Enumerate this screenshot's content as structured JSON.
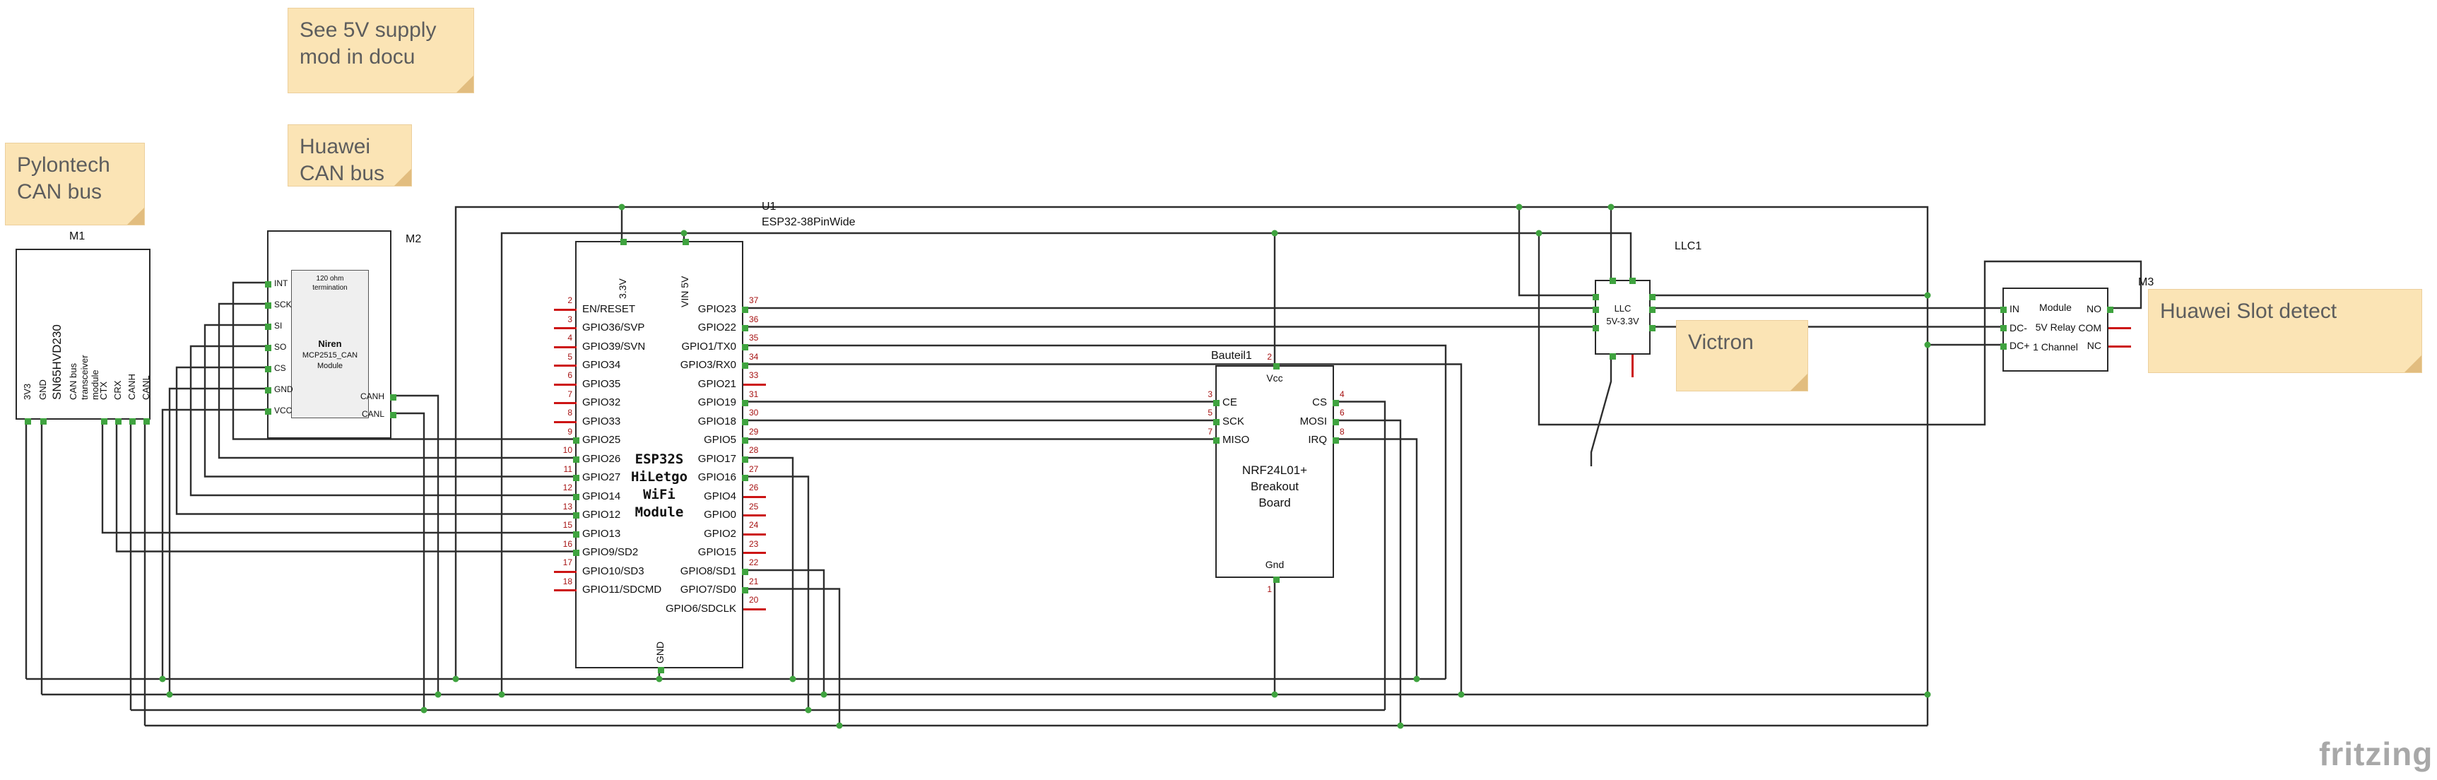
{
  "app": {
    "watermark": "fritzing"
  },
  "notes": [
    {
      "id": "see-5v-supply",
      "text": "See 5V supply mod in docu"
    },
    {
      "id": "huawei-can-bus",
      "text": "Huawei CAN bus"
    },
    {
      "id": "pylontech-can-bus",
      "text": "Pylontech CAN bus"
    },
    {
      "id": "victron",
      "text": "Victron"
    },
    {
      "id": "huawei-slot-detect",
      "text": "Huawei Slot detect"
    }
  ],
  "components": {
    "m1": {
      "ref": "M1",
      "body": [
        "SN65HVD230",
        "CAN bus",
        "transceiver",
        "module"
      ],
      "pins": [
        "3V3",
        "GND",
        "CTX",
        "CRX",
        "CANH",
        "CANL"
      ]
    },
    "m2": {
      "ref": "M2",
      "top_text": [
        "120 ohm",
        "termination"
      ],
      "board": [
        "Niren",
        "MCP2515_CAN",
        "Module"
      ],
      "left_pins": [
        "INT",
        "SCK",
        "SI",
        "SO",
        "CS",
        "GND",
        "VCC"
      ],
      "right_pins": [
        "CANH",
        "CANL"
      ]
    },
    "u1": {
      "ref": "U1",
      "type": "ESP32-38PinWide",
      "body": [
        "ESP32S",
        "HiLetgo",
        "WiFi",
        "Module"
      ],
      "top_pins": [
        {
          "label": "3.3V",
          "wired": true
        },
        {
          "label": "VIN 5V",
          "wired": true
        }
      ],
      "bottom_pins": [
        {
          "label": "GND",
          "wired": true
        }
      ],
      "left_pins": [
        {
          "num": "2",
          "label": "EN/RESET",
          "wired": false
        },
        {
          "num": "3",
          "label": "GPIO36/SVP",
          "wired": false
        },
        {
          "num": "4",
          "label": "GPIO39/SVN",
          "wired": false
        },
        {
          "num": "5",
          "label": "GPIO34",
          "wired": false
        },
        {
          "num": "6",
          "label": "GPIO35",
          "wired": false
        },
        {
          "num": "7",
          "label": "GPIO32",
          "wired": false
        },
        {
          "num": "8",
          "label": "GPIO33",
          "wired": false
        },
        {
          "num": "9",
          "label": "GPIO25",
          "wired": true
        },
        {
          "num": "10",
          "label": "GPIO26",
          "wired": true
        },
        {
          "num": "11",
          "label": "GPIO27",
          "wired": true
        },
        {
          "num": "12",
          "label": "GPIO14",
          "wired": true
        },
        {
          "num": "13",
          "label": "GPIO12",
          "wired": true
        },
        {
          "num": "15",
          "label": "GPIO13",
          "wired": true
        },
        {
          "num": "16",
          "label": "GPIO9/SD2",
          "wired": true
        },
        {
          "num": "17",
          "label": "GPIO10/SD3",
          "wired": false
        },
        {
          "num": "18",
          "label": "GPIO11/SDCMD",
          "wired": false
        }
      ],
      "right_pins": [
        {
          "num": "37",
          "label": "GPIO23",
          "wired": true
        },
        {
          "num": "36",
          "label": "GPIO22",
          "wired": true
        },
        {
          "num": "35",
          "label": "GPIO1/TX0",
          "wired": true
        },
        {
          "num": "34",
          "label": "GPIO3/RX0",
          "wired": true
        },
        {
          "num": "33",
          "label": "GPIO21",
          "wired": false
        },
        {
          "num": "31",
          "label": "GPIO19",
          "wired": true
        },
        {
          "num": "30",
          "label": "GPIO18",
          "wired": true
        },
        {
          "num": "29",
          "label": "GPIO5",
          "wired": true
        },
        {
          "num": "28",
          "label": "GPIO17",
          "wired": true
        },
        {
          "num": "27",
          "label": "GPIO16",
          "wired": true
        },
        {
          "num": "26",
          "label": "GPIO4",
          "wired": false
        },
        {
          "num": "25",
          "label": "GPIO0",
          "wired": false
        },
        {
          "num": "24",
          "label": "GPIO2",
          "wired": false
        },
        {
          "num": "23",
          "label": "GPIO15",
          "wired": false
        },
        {
          "num": "22",
          "label": "GPIO8/SD1",
          "wired": true
        },
        {
          "num": "21",
          "label": "GPIO7/SD0",
          "wired": true
        },
        {
          "num": "20",
          "label": "GPIO6/SDCLK",
          "wired": false
        }
      ]
    },
    "nrf": {
      "ref": "Bauteil1",
      "body": [
        "NRF24L01+",
        "Breakout",
        "Board"
      ],
      "top_pins": [
        {
          "num": "2",
          "label": "Vcc",
          "wired": true
        }
      ],
      "bottom_pins": [
        {
          "num": "1",
          "label": "Gnd",
          "wired": true
        }
      ],
      "left_pins": [
        {
          "num": "3",
          "label": "CE",
          "wired": true
        },
        {
          "num": "5",
          "label": "SCK",
          "wired": true
        },
        {
          "num": "7",
          "label": "MISO",
          "wired": true
        }
      ],
      "right_pins": [
        {
          "num": "4",
          "label": "CS",
          "wired": true
        },
        {
          "num": "6",
          "label": "MOSI",
          "wired": true
        },
        {
          "num": "8",
          "label": "IRQ",
          "wired": true
        }
      ]
    },
    "llc": {
      "ref": "LLC1",
      "body": [
        "LLC",
        "5V-3.3V"
      ],
      "left_pins": [
        {
          "wired": true
        },
        {
          "wired": true
        },
        {
          "wired": true
        }
      ],
      "right_pins": [
        {
          "wired": true
        },
        {
          "wired": true
        },
        {
          "wired": true
        }
      ],
      "top_pins": [
        {
          "wired": true
        },
        {
          "wired": true
        }
      ],
      "bottom_pins": [
        {
          "wired": true
        },
        {
          "wired": false
        }
      ]
    },
    "m3": {
      "ref": "M3",
      "body": [
        "Module",
        "5V Relay",
        "1 Channel"
      ],
      "left_pins": [
        {
          "label": "IN",
          "wired": true
        },
        {
          "label": "DC-",
          "wired": true
        },
        {
          "label": "DC+",
          "wired": true
        }
      ],
      "right_pins": [
        {
          "label": "NO",
          "wired": true
        },
        {
          "label": "COM",
          "wired": false
        },
        {
          "label": "NC",
          "wired": false
        }
      ]
    }
  },
  "colors": {
    "wire": "#2e2e2e",
    "pad": "#3fa33f",
    "terminal": "#cc1414",
    "pin_number": "#a61111",
    "note_bg": "#fbe4b5",
    "note_fold": "#e2bd7f"
  }
}
